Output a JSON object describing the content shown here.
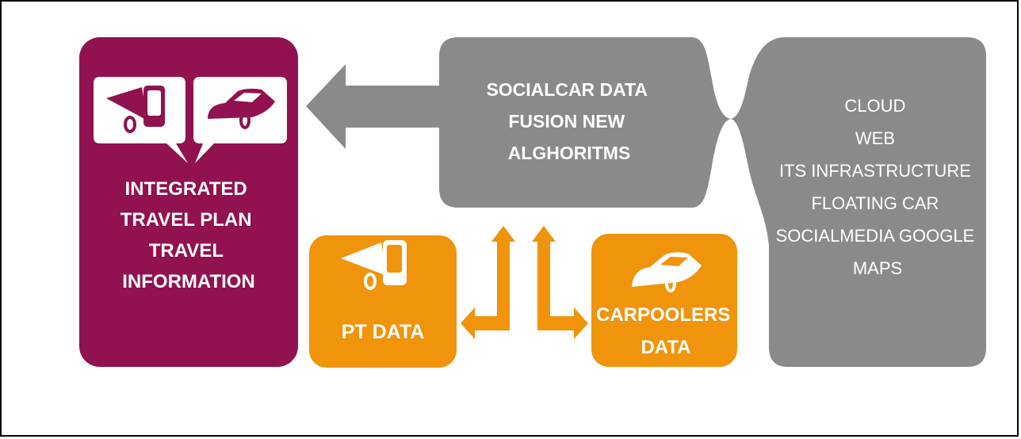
{
  "colors": {
    "purple": "#92114f",
    "gray": "#8a8a89",
    "orange": "#f0940c",
    "white": "#ffffff"
  },
  "integrated": {
    "lines": [
      "INTEGRATED",
      "TRAVEL PLAN",
      "TRAVEL",
      "INFORMATION"
    ],
    "icons": [
      "bus-icon",
      "car-icon"
    ]
  },
  "fusion": {
    "lines": [
      "SOCIALCAR DATA",
      "FUSION NEW",
      "ALGHORITMS"
    ]
  },
  "sources": {
    "lines": [
      "CLOUD",
      "WEB",
      "ITS INFRASTRUCTURE",
      "FLOATING CAR",
      "SOCIALMEDIA GOOGLE",
      "MAPS"
    ]
  },
  "pt": {
    "label": "PT DATA",
    "icon": "bus-icon"
  },
  "carpoolers": {
    "lines": [
      "CARPOOLERS",
      "DATA"
    ],
    "icon": "car-icon"
  }
}
